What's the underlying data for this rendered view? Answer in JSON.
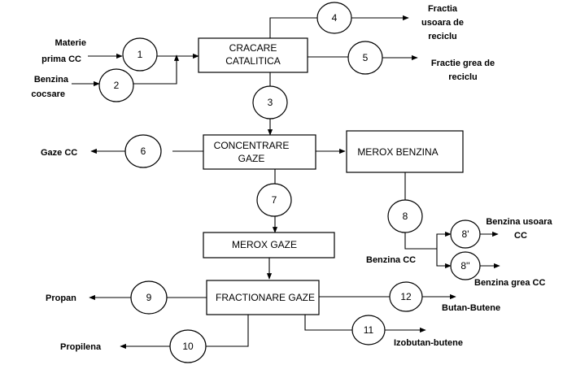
{
  "boxes": {
    "cracare": [
      "CRACARE",
      "CATALITICA"
    ],
    "concentrare": [
      "CONCENTRARE",
      "GAZE"
    ],
    "merox_benzina": "MEROX BENZINA",
    "merox_gaze": "MEROX GAZE",
    "fractionare": "FRACTIONARE GAZE"
  },
  "nodes": {
    "n1": "1",
    "n2": "2",
    "n3": "3",
    "n4": "4",
    "n5": "5",
    "n6": "6",
    "n7": "7",
    "n8": "8",
    "n8a": "8'",
    "n8b": "8''",
    "n9": "9",
    "n10": "10",
    "n11": "11",
    "n12": "12"
  },
  "labels": {
    "materie": [
      "Materie",
      "prima CC"
    ],
    "benzina_cocsare": [
      "Benzina",
      "cocsare"
    ],
    "fractia_usoara": [
      "Fractia",
      "usoara de",
      "reciclu"
    ],
    "fractie_grea": [
      "Fractie grea de",
      "reciclu"
    ],
    "gaze_cc": "Gaze CC",
    "benzina_cc": "Benzina CC",
    "benzina_usoara": [
      "Benzina usoara",
      "CC"
    ],
    "benzina_grea": "Benzina grea CC",
    "propan": "Propan",
    "propilena": "Propilena",
    "butan": "Butan-Butene",
    "izobutan": "Izobutan-butene"
  }
}
